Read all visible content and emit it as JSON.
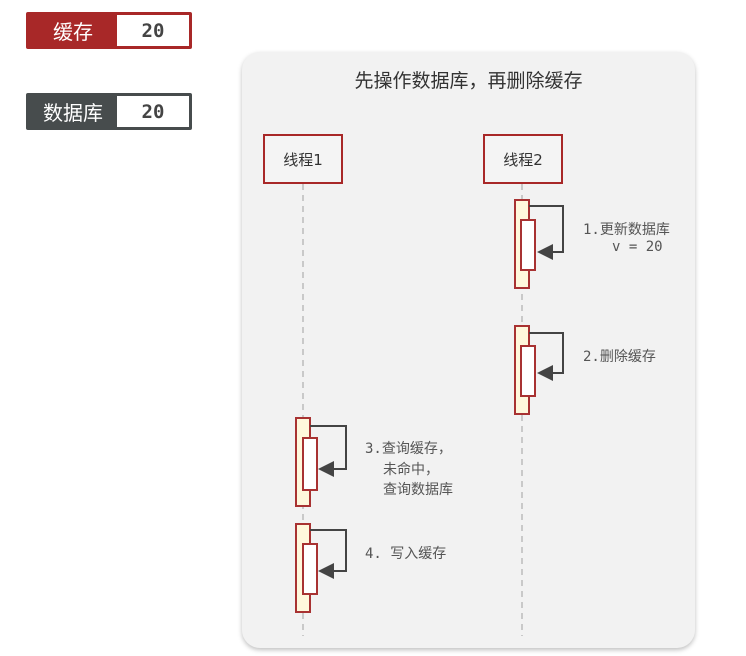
{
  "state": {
    "cache": {
      "label": "缓存",
      "value": "20",
      "color": "#a82828"
    },
    "database": {
      "label": "数据库",
      "value": "20",
      "color": "#474c4d"
    }
  },
  "diagram": {
    "title": "先操作数据库，再删除缓存",
    "threads": [
      "线程1",
      "线程2"
    ],
    "steps": [
      {
        "line1": "1.更新数据库",
        "line2": "v = 20"
      },
      {
        "line1": "2.删除缓存"
      },
      {
        "line1": "3.查询缓存，",
        "line2": "未命中，",
        "line3": "查询数据库"
      },
      {
        "line1": "4. 写入缓存"
      }
    ]
  }
}
